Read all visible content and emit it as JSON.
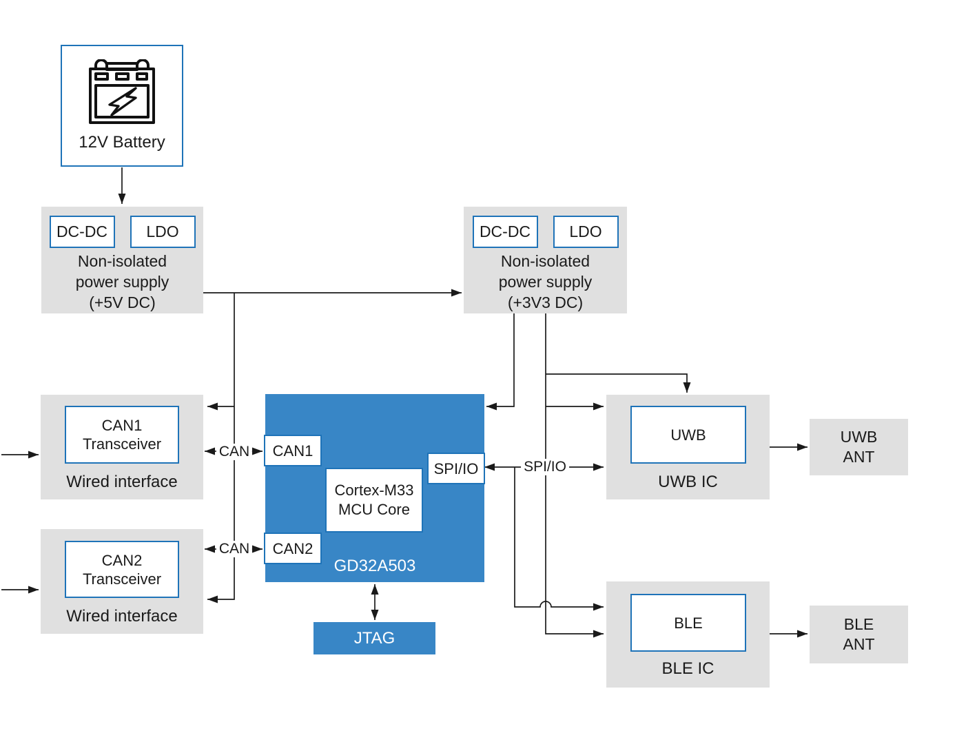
{
  "colors": {
    "box_gray": "#e0e0e0",
    "mcu_blue": "#3886c6",
    "border_blue": "#1e73b8",
    "wire_black": "#1a1a1a"
  },
  "battery": {
    "label": "12V Battery"
  },
  "psu_5v": {
    "dcdc_label": "DC-DC",
    "ldo_label": "LDO",
    "caption": "Non-isolated\npower supply\n(+5V DC)"
  },
  "psu_3v3": {
    "dcdc_label": "DC-DC",
    "ldo_label": "LDO",
    "caption": "Non-isolated\npower supply\n(+3V3 DC)"
  },
  "can1": {
    "chip": "CAN1\nTransceiver",
    "caption": "Wired interface"
  },
  "can2": {
    "chip": "CAN2\nTransceiver",
    "caption": "Wired interface"
  },
  "mcu": {
    "port_can1": "CAN1",
    "port_can2": "CAN2",
    "port_spi": "SPI/IO",
    "core": "Cortex-M33\nMCU Core",
    "name": "GD32A503"
  },
  "jtag": {
    "label": "JTAG"
  },
  "uwb": {
    "chip": "UWB",
    "caption": "UWB IC"
  },
  "uwb_ant": {
    "label": "UWB\nANT"
  },
  "ble": {
    "chip": "BLE",
    "caption": "BLE IC"
  },
  "ble_ant": {
    "label": "BLE\nANT"
  },
  "bus_labels": {
    "can1": "CAN",
    "can2": "CAN",
    "spi": "SPI/IO"
  }
}
